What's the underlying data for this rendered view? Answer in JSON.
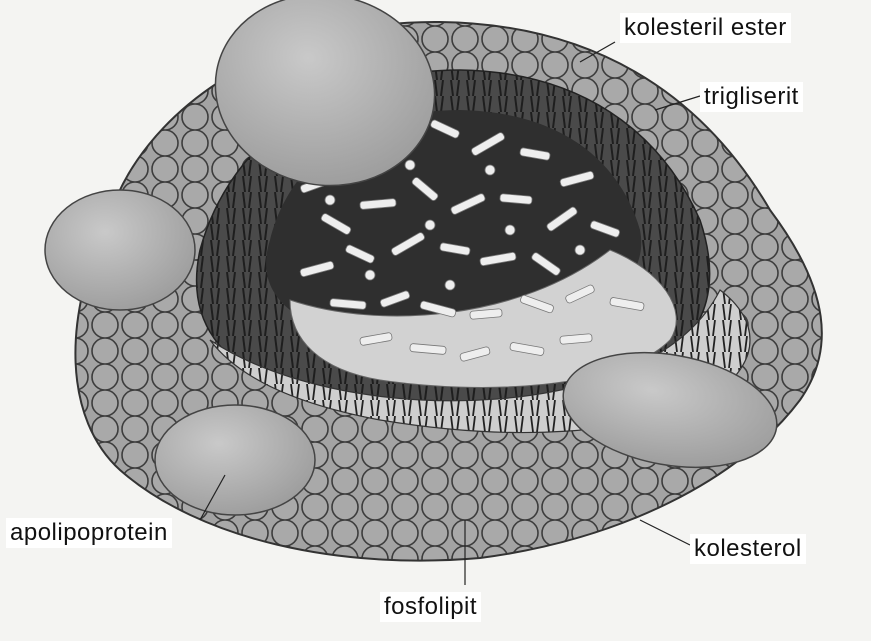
{
  "labels": {
    "cholesteryl_ester": "kolesteril ester",
    "triglyceride": "trigliserit",
    "apolipoprotein": "apolipoprotein",
    "cholesterol": "kolesterol",
    "phospholipid": "fosfolipit"
  },
  "colors": {
    "background": "#f4f4f2",
    "shell": "#9a9a9a",
    "shell_edge": "#3a3a3a",
    "core_dark": "#3b3b3b",
    "core_light": "#d9d9d9",
    "protein": "#b9b9b9",
    "molecule": "#eeeeee"
  }
}
